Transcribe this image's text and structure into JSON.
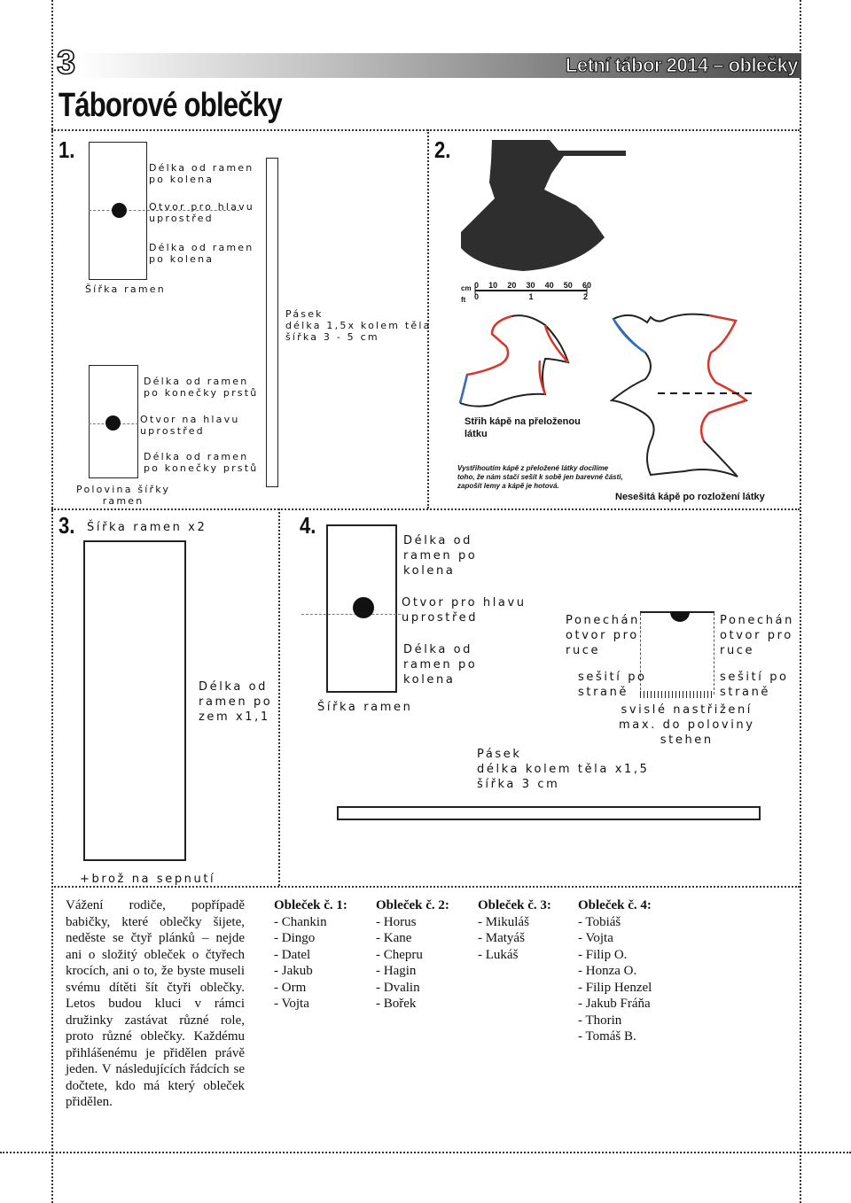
{
  "header": {
    "chapter_number": "3",
    "section_title": "Letní tábor 2014 – oblečky"
  },
  "page_title": "Táborové oblečky",
  "patterns": [
    {
      "number": "1.",
      "labels": {
        "length_top": "Délka od ramen\npo kolena",
        "head_hole": "Otvor pro hlavu\nuprostřed",
        "length_bottom": "Délka od ramen\npo kolena",
        "shoulder_width": "Šířka ramen",
        "belt": "Pásek\ndélka 1,5x kolem těla\nšířka 3 - 5 cm",
        "length_fingers_top": "Délka od ramen\npo konečky prstů",
        "head_hole_2": "Otvor na hlavu\nuprostřed",
        "length_fingers_bottom": "Délka od ramen\npo konečky prstů",
        "half_shoulder": "Polovina šířky\nramen"
      }
    },
    {
      "number": "2.",
      "scale_label": "cm",
      "scale_ticks": [
        "0",
        "10",
        "20",
        "30",
        "40",
        "50",
        "60"
      ],
      "scale_ft_label": "ft",
      "scale_ft_ticks": [
        "0",
        "1",
        "2"
      ],
      "cape_folded_label": "Střih kápě na přeloženou\nlátku",
      "cape_note": "Vystřihoutím kápě z přeložené látky docílíme\ntoho, že nám stačí sešít k sobě jen barevné části,\nzapošít lemy a kápě je hotová.",
      "cape_unfolded_label": "Nesešitá kápě po rozložení látky",
      "colors": {
        "cape": "#2e2e2e",
        "red_edge": "#d9352b",
        "blue_edge": "#2f6fc4"
      }
    },
    {
      "number": "3.",
      "labels": {
        "width": "Šířka ramen x2",
        "length": "Délka od\nramen po\nzem x1,1",
        "brooch": "+brož na sepnutí"
      }
    },
    {
      "number": "4.",
      "labels": {
        "length_top": "Délka od\nramen po\nkolena",
        "head_hole": "Otvor pro hlavu\nuprostřed",
        "length_bottom": "Délka od\nramen po\nkolena",
        "shoulder_width": "Šířka ramen",
        "arm_hole_left": "Ponechán\notvor pro\nruce",
        "arm_hole_right": "Ponechán\notvor pro\nruce",
        "sewn_left": "sešití po\nstraně",
        "sewn_right": "sešití po\nstraně",
        "fringe": "svislé nastřižení\nmax. do poloviny\nstehen",
        "belt": "Pásek\ndélka kolem těla x1,5\nšířka 3 cm"
      }
    }
  ],
  "intro_text": "Vážení rodiče, popřípadě babičky, které oblečky šijete, neděste se čtyř plánků – nejde ani o složitý obleček o čtyřech krocích, ani o to, že byste museli svému dítěti šít čtyři oblečky. Letos budou kluci v rámci družinky zastávat různé role, proto různé oblečky. Každému přihlášenému je přidělen právě jeden. V následujících řádcích se dočtete, kdo má který obleček přidělen.",
  "assignments": [
    {
      "title": "Obleček č. 1:",
      "names": [
        "- Chankin",
        "- Dingo",
        "- Datel",
        "- Jakub",
        "- Orm",
        "- Vojta"
      ]
    },
    {
      "title": "Obleček č. 2:",
      "names": [
        "- Horus",
        "- Kane",
        "- Chepru",
        "- Hagin",
        "- Dvalin",
        "- Bořek"
      ]
    },
    {
      "title": "Obleček č. 3:",
      "names": [
        "- Mikuláš",
        "- Matyáš",
        "- Lukáš"
      ]
    },
    {
      "title": "Obleček č. 4:",
      "names": [
        "- Tobiáš",
        "- Vojta",
        "- Filip O.",
        "- Honza O.",
        "- Filip Henzel",
        "- Jakub Fráňa",
        "- Thorin",
        "- Tomáš B."
      ]
    }
  ]
}
